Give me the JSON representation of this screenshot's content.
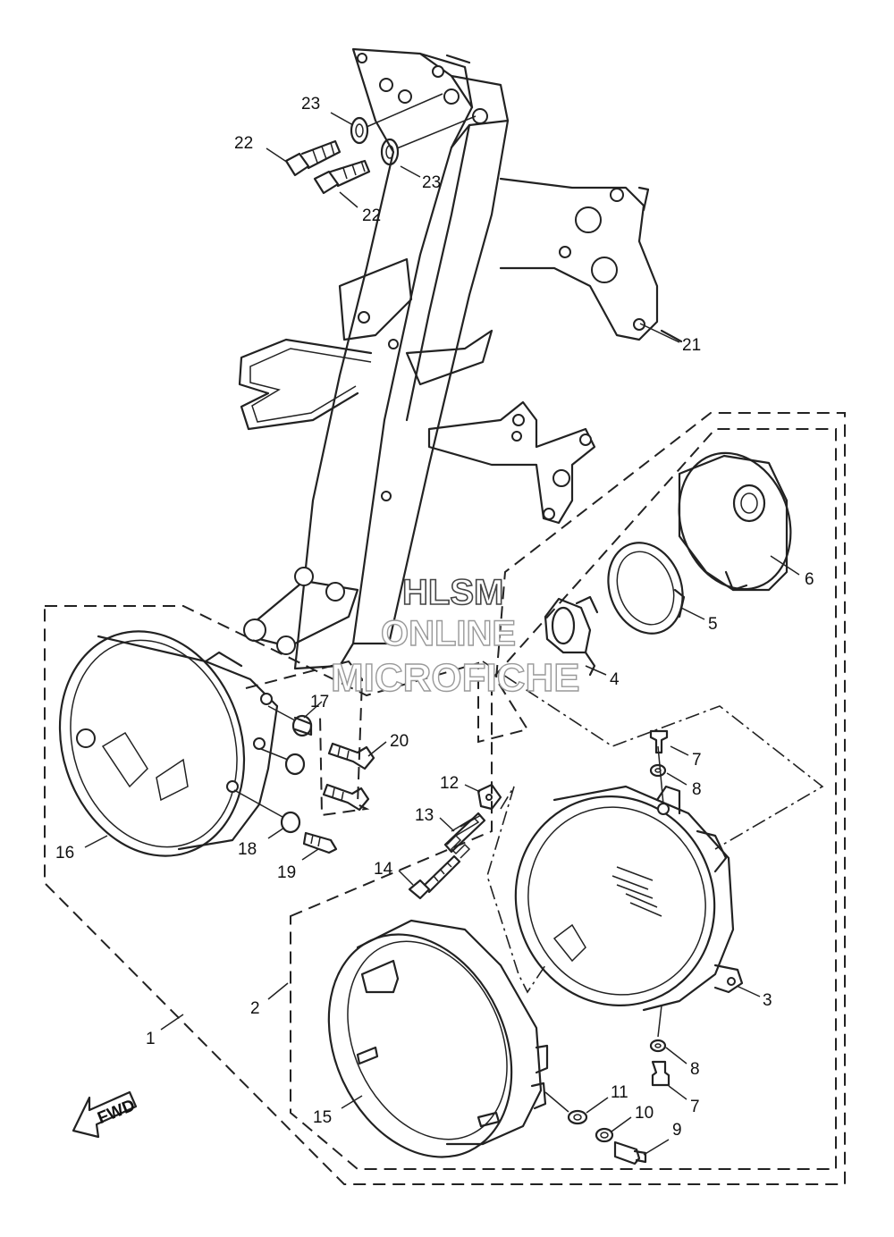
{
  "watermark": {
    "line1": "HLSM",
    "line2": "ONLINE",
    "line3": "MICROFICHE"
  },
  "fwd_label": "FWD",
  "callouts": {
    "c1": "1",
    "c2": "2",
    "c3": "3",
    "c4": "4",
    "c5": "5",
    "c6": "6",
    "c7a": "7",
    "c7b": "7",
    "c8a": "8",
    "c8b": "8",
    "c9": "9",
    "c10": "10",
    "c11": "11",
    "c12": "12",
    "c13": "13",
    "c14": "14",
    "c15": "15",
    "c16": "16",
    "c17": "17",
    "c18": "18",
    "c19": "19",
    "c20": "20",
    "c21": "21",
    "c22a": "22",
    "c22b": "22",
    "c23a": "23",
    "c23b": "23"
  }
}
